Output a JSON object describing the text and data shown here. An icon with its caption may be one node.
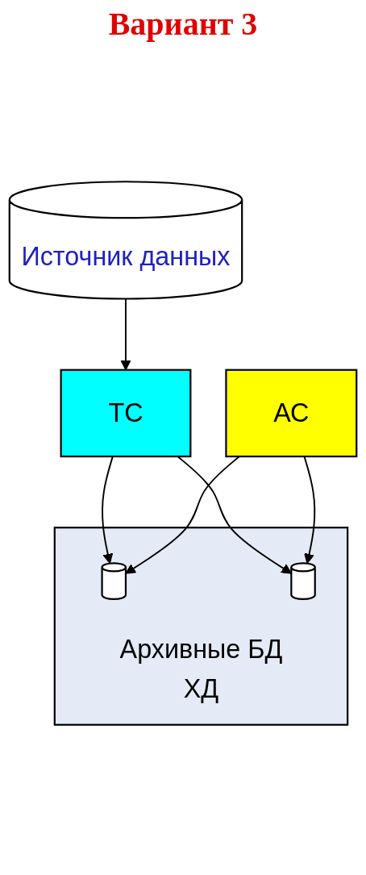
{
  "diagram": {
    "title": "Вариант 3",
    "nodes": [
      {
        "text": [
          "Источник данных"
        ]
      },
      {
        "text": [
          "ТС"
        ]
      },
      {
        "text": [
          "Архивные БД",
          "ХД"
        ]
      },
      {
        "text": [],
        "shape": "cylinder",
        "in": 2
      },
      {
        "text": [],
        "shape": "cylinder",
        "in": 2
      },
      {
        "text": [
          "АС"
        ]
      }
    ],
    "edges": [
      {
        "from": 0,
        "to": 1,
        "arrow": "to"
      },
      {
        "from": 1,
        "to": 3,
        "arrow": "to"
      },
      {
        "from": 1,
        "to": 4,
        "arrow": "to"
      },
      {
        "from": 5,
        "to": 3,
        "arrow": "to"
      },
      {
        "from": 5,
        "to": 4,
        "arrow": "to"
      }
    ]
  }
}
